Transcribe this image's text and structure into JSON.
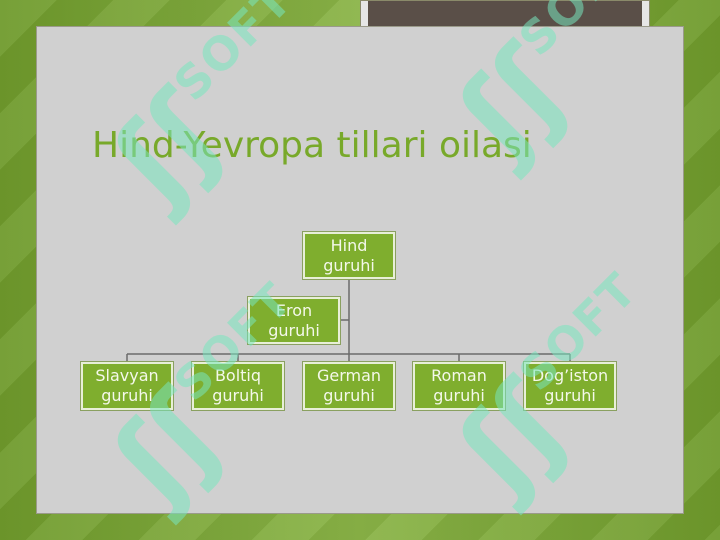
{
  "slide": {
    "title": "Hind-Yevropa tillari oilasi"
  },
  "diagram": {
    "root": "Hind\nguruhi",
    "branch": "Eron\nguruhi",
    "children": [
      "Slavyan\nguruhi",
      "Boltiq\nguruhi",
      "German\nguruhi",
      "Roman\nguruhi",
      "Dog’iston\nguruhi"
    ]
  },
  "watermark": {
    "text": "SOFT",
    "glyph": "ʃʃ"
  },
  "colors": {
    "background": "#7fa63a",
    "panel": "#d0d0d0",
    "title": "#78a92a",
    "node_fill": "#7fae2e",
    "node_text": "#f4f8ea",
    "dark_box": "#5a4f48"
  }
}
